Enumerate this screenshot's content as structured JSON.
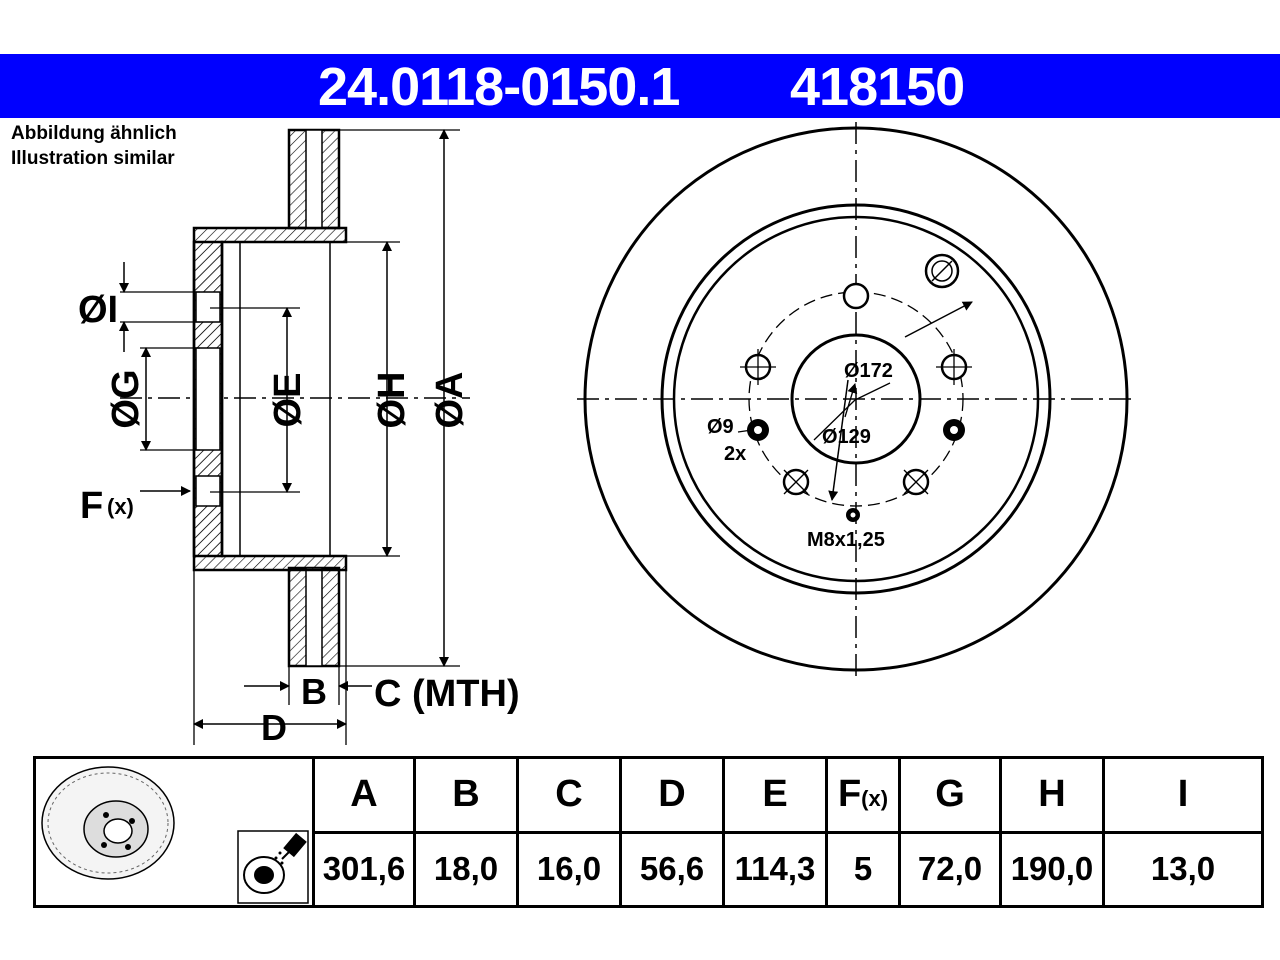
{
  "header": {
    "article_number": "24.0118-0150.1",
    "short_number": "418150",
    "background_color": "#0000ff"
  },
  "notes": {
    "line1": "Abbildung ähnlich",
    "line2": "Illustration similar"
  },
  "side_view_labels": {
    "dia_i": "ØI",
    "dia_g": "ØG",
    "dia_e": "ØE",
    "dia_h": "ØH",
    "dia_a": "ØA",
    "f": "F",
    "f_sub": "(x)",
    "b": "B",
    "c": "C (MTH)",
    "d": "D"
  },
  "front_view_labels": {
    "d172": "Ø172",
    "d129": "Ø129",
    "d9": "Ø9",
    "count": "2x",
    "thread": "M8x1,25"
  },
  "specs": {
    "headers": [
      "A",
      "B",
      "C",
      "D",
      "E",
      "F",
      "G",
      "H",
      "I"
    ],
    "f_suffix": "(x)",
    "values": [
      "301,6",
      "18,0",
      "16,0",
      "56,6",
      "114,3",
      "5",
      "72,0",
      "190,0",
      "13,0"
    ]
  },
  "icons": {
    "disc": "brake-disc-icon",
    "spray": "cleaning-spray-icon"
  }
}
